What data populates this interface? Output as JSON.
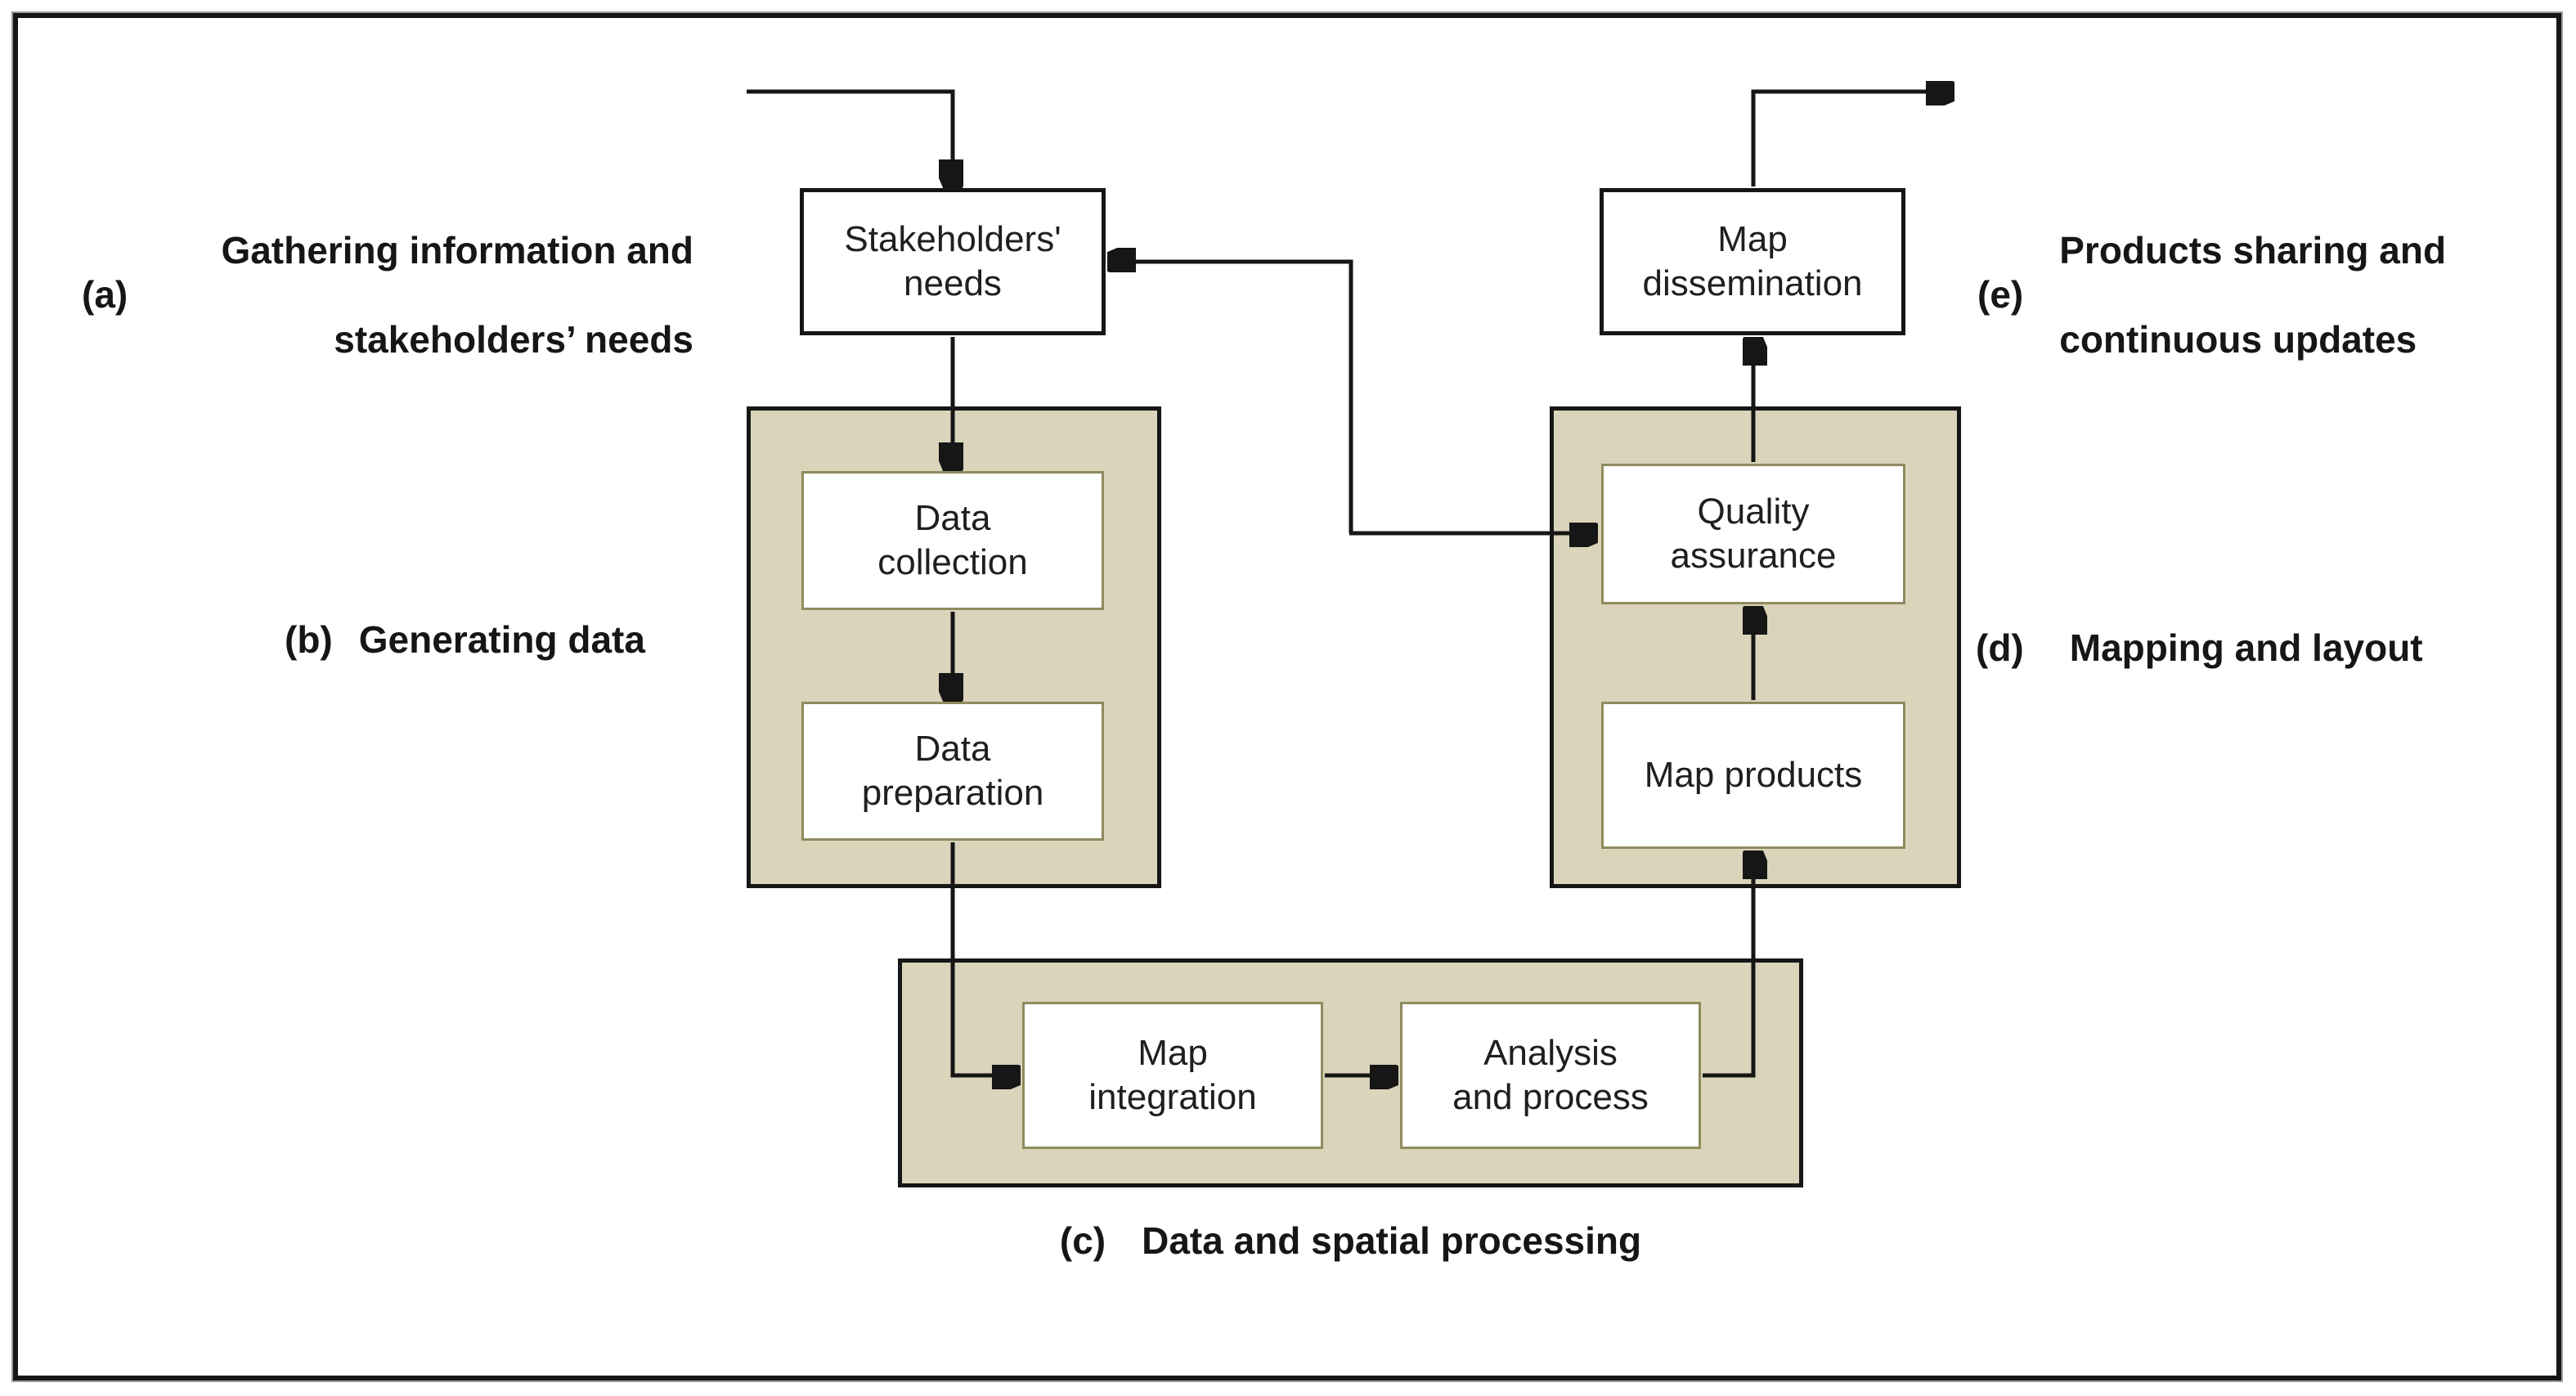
{
  "figure": {
    "background": "#ffffff",
    "frame_border_color": "#161616",
    "container_fill": "#dad4ba",
    "inner_box_border_color": "#8f8b5e",
    "outer_box_border_color": "#161616",
    "arrow_color": "#161616"
  },
  "sections": {
    "a": {
      "marker": "(a)",
      "line1": "Gathering information and",
      "line2": "stakeholders’ needs"
    },
    "b": {
      "marker": "(b)",
      "line1": "Generating data"
    },
    "c": {
      "marker": "(c)",
      "line1": "Data and spatial processing"
    },
    "d": {
      "marker": "(d)",
      "line1": "Mapping and layout"
    },
    "e": {
      "marker": "(e)",
      "line1": "Products sharing and",
      "line2": "continuous updates"
    }
  },
  "nodes": {
    "stakeholders_needs": {
      "line1": "Stakeholders'",
      "line2": "needs"
    },
    "data_collection": {
      "line1": "Data",
      "line2": "collection"
    },
    "data_preparation": {
      "line1": "Data",
      "line2": "preparation"
    },
    "map_integration": {
      "line1": "Map",
      "line2": "integration"
    },
    "analysis_and_process": {
      "line1": "Analysis",
      "line2": "and process"
    },
    "map_products": {
      "line1": "Map products"
    },
    "quality_assurance": {
      "line1": "Quality",
      "line2": "assurance"
    },
    "map_dissemination": {
      "line1": "Map",
      "line2": "dissemination"
    }
  }
}
